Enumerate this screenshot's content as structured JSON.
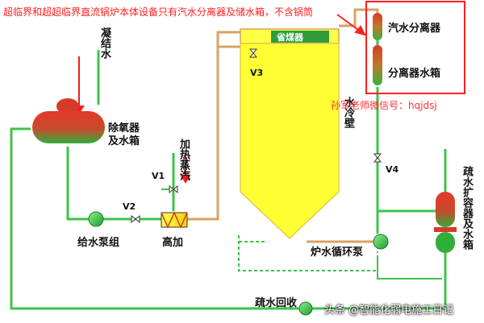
{
  "header": {
    "note": "超临界和超超临界直流锅炉本体设备只有汽水分离器及储水箱，不含锅筒",
    "note_color": "#ff2020"
  },
  "labels": {
    "condensate": "凝结水",
    "deaerator": "除氧器\n及水箱",
    "heating_steam": "加热蒸汽",
    "feed_pump_group": "给水泵组",
    "hp_heater": "高加",
    "economizer": "省煤器",
    "water_wall": "水冷壁",
    "circ_pump": "炉水循环泵",
    "drain_recovery": "疏水回收",
    "separator": "汽水分离器",
    "separator_tank": "分离器水箱",
    "drain_expander": "疏水扩容器及水箱",
    "valve_v1": "V1",
    "valve_v2": "V2",
    "valve_v3": "V3",
    "valve_v4": "V4",
    "wechat": "孙军老师微信号：hqjdsj",
    "watermark": "头条 @智能化弱电施工日记"
  },
  "colors": {
    "pipe_green": "#3ec24a",
    "pipe_orange": "#d9a262",
    "furnace_yellow": "#ffff33",
    "economizer_green": "#2e9e3a",
    "highlight_red": "#ff2020",
    "wechat_red": "#ff3030"
  }
}
